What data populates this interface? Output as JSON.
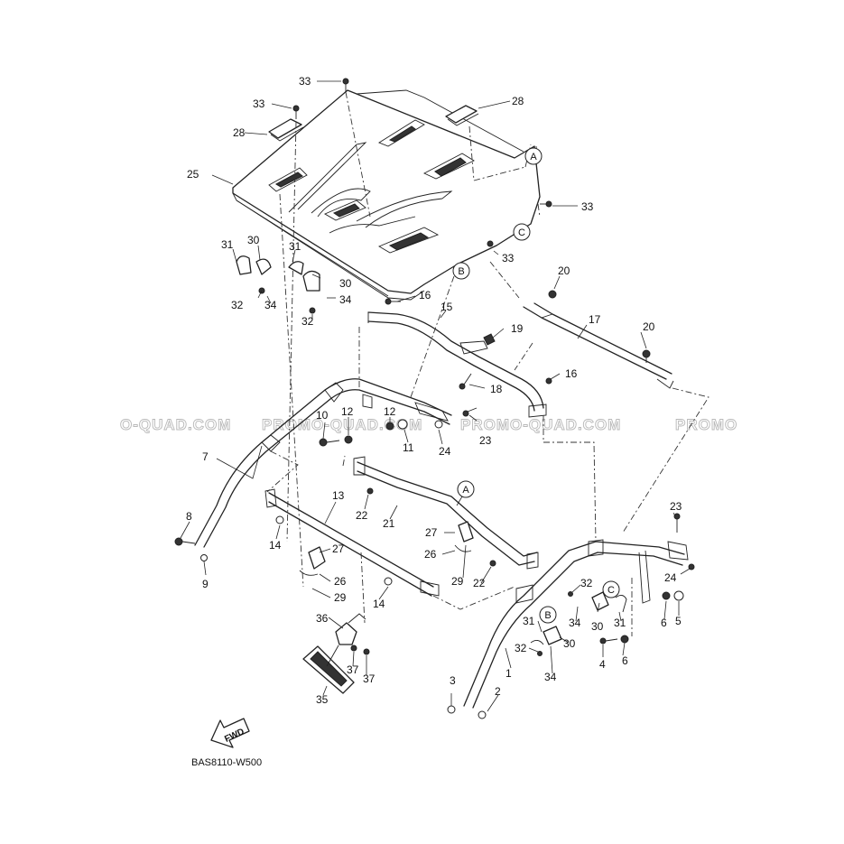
{
  "diagram_code": "BAS8110-W500",
  "fwd_label": "FWD",
  "watermark_text": [
    "O-QUAD.COM",
    "PROMO-QUAD.COM",
    "PROMO-QUAD.COM",
    "PROMO"
  ],
  "circle_refs": [
    "A",
    "A",
    "B",
    "B",
    "C",
    "C"
  ],
  "part_numbers": [
    "1",
    "2",
    "3",
    "4",
    "5",
    "6",
    "6",
    "7",
    "8",
    "9",
    "10",
    "11",
    "12",
    "12",
    "13",
    "14",
    "14",
    "15",
    "16",
    "16",
    "17",
    "18",
    "19",
    "20",
    "20",
    "21",
    "22",
    "22",
    "23",
    "23",
    "24",
    "24",
    "25",
    "26",
    "26",
    "27",
    "27",
    "28",
    "28",
    "29",
    "29",
    "30",
    "30",
    "30",
    "30",
    "31",
    "31",
    "31",
    "31",
    "32",
    "32",
    "32",
    "32",
    "33",
    "33",
    "33",
    "33",
    "34",
    "34",
    "34",
    "34",
    "35",
    "36",
    "37",
    "37"
  ]
}
